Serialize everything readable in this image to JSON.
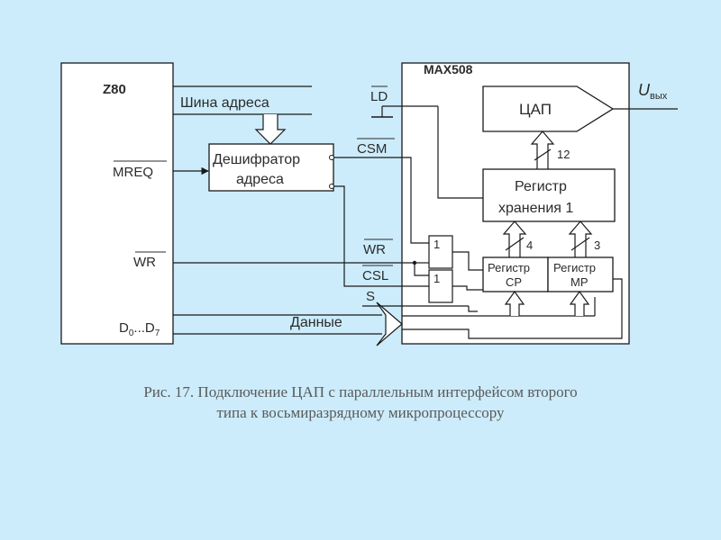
{
  "diagram": {
    "cpu_label": "Z80",
    "dac_chip_label": "MAX508",
    "address_bus_label": "Шина адреса",
    "mreq_label": "MREQ",
    "wr_cpu_label": "WR",
    "data_cpu_label_main": "D",
    "data_cpu_sub_start": "0",
    "data_cpu_dots": "...",
    "data_cpu_sub_end": "7",
    "decoder_line1": "Дешифратор",
    "decoder_line2": "адреса",
    "ld_label": "LD",
    "csm_label": "CSM",
    "wr_dac_label": "WR",
    "csl_label": "CSL",
    "s_label": "S",
    "data_bus_label": "Данные",
    "gate1_label": "1",
    "gate2_label": "1",
    "dac_label": "ЦАП",
    "output_u": "U",
    "output_sub": "вых",
    "bus12_label": "12",
    "reg_hold_line1": "Регистр",
    "reg_hold_line2": "хранения 1",
    "bus4_label": "4",
    "bus3_label": "3",
    "reg_sr_line1": "Регистр",
    "reg_sr_line2": "СР",
    "reg_mr_line1": "Регистр",
    "reg_mr_line2": "МР"
  },
  "caption": {
    "line1": "Рис. 17. Подключение ЦАП с параллельным интерфейсом второго",
    "line2": "типа к восьмиразрядному микропроцессору"
  },
  "colors": {
    "background": "#ccecfb",
    "line": "#1a1a1a",
    "chip_fill": "#ffffff"
  }
}
